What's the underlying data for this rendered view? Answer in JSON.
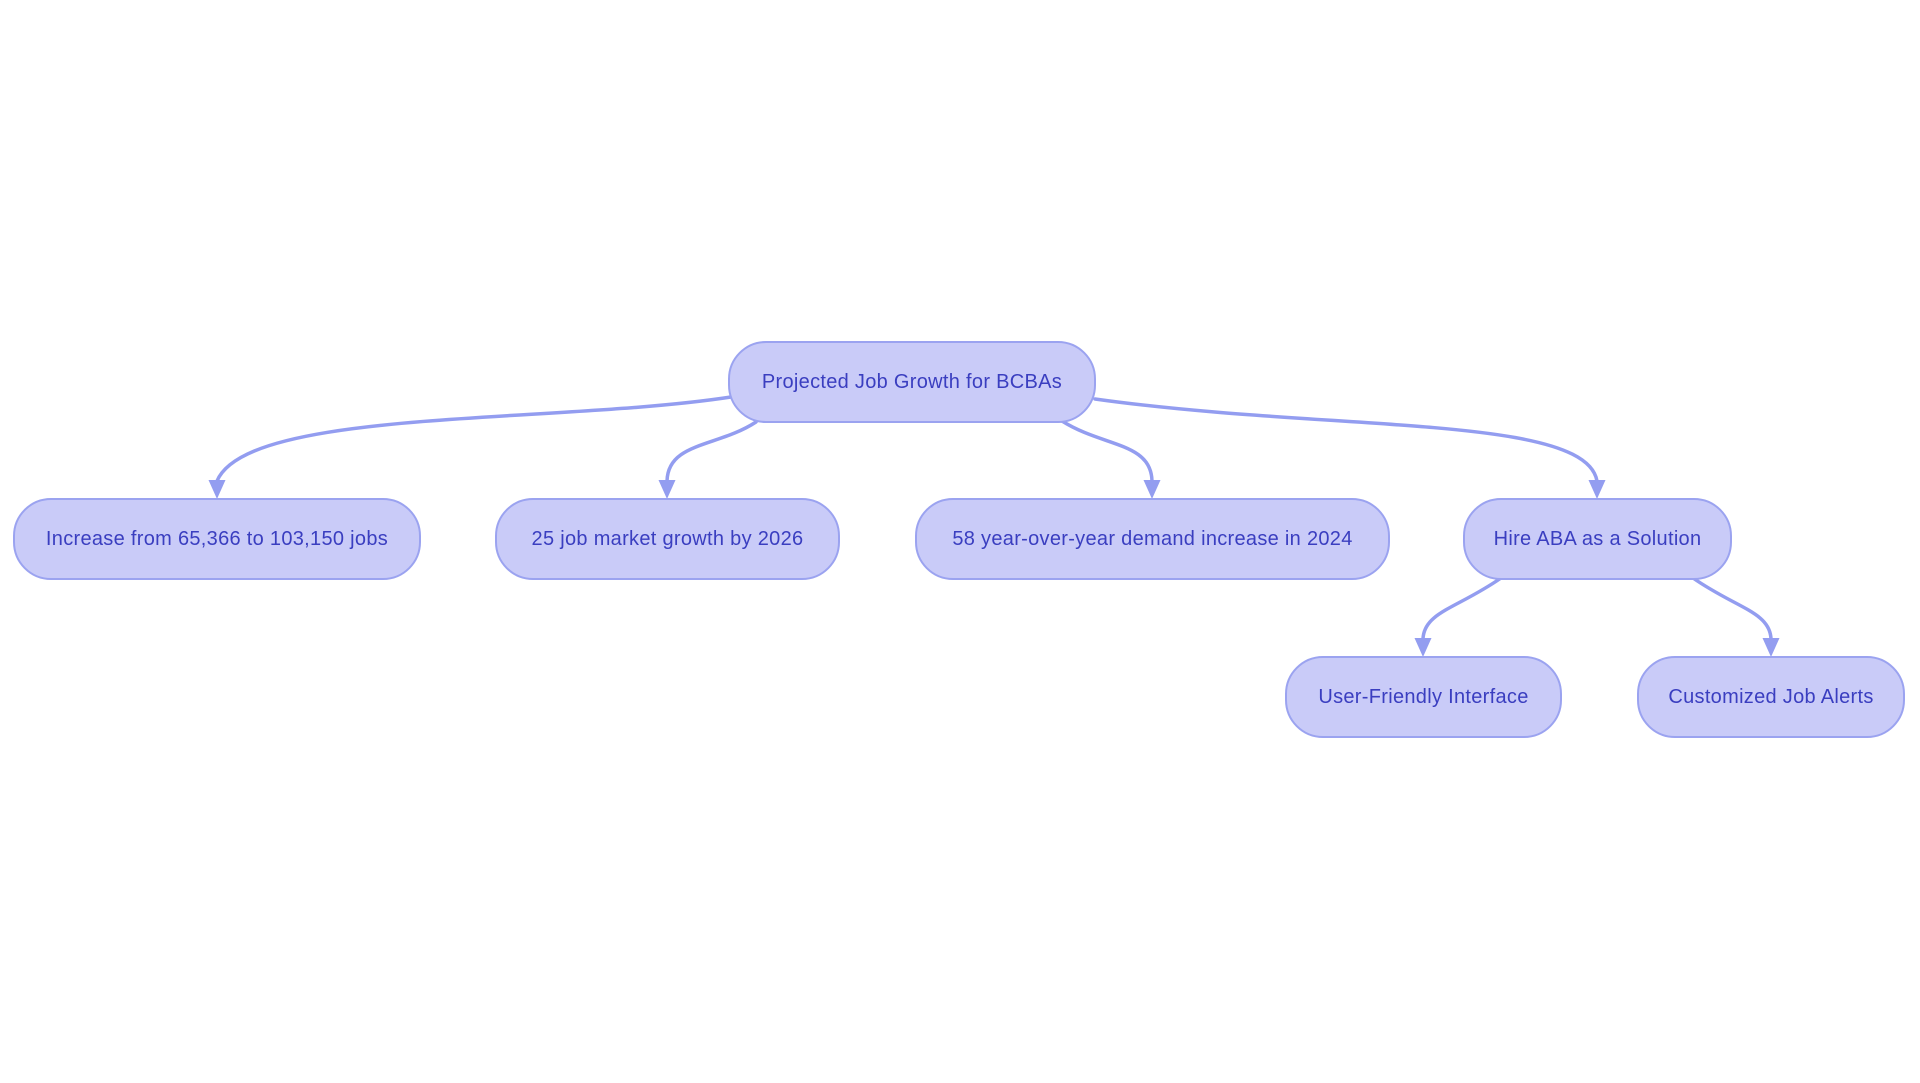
{
  "diagram": {
    "type": "flowchart",
    "root": {
      "label": "Projected Job Growth for BCBAs"
    },
    "level1": [
      {
        "id": "increase-jobs",
        "label": "Increase from 65,366 to 103,150 jobs"
      },
      {
        "id": "growth-2026",
        "label": "25 job market growth by 2026"
      },
      {
        "id": "demand-2024",
        "label": "58 year-over-year demand increase in 2024"
      },
      {
        "id": "hire-aba",
        "label": "Hire ABA as a Solution"
      }
    ],
    "level2": [
      {
        "id": "user-friendly-interface",
        "label": "User-Friendly Interface"
      },
      {
        "id": "customized-job-alerts",
        "label": "Customized Job Alerts"
      }
    ],
    "edges": [
      {
        "from": "root",
        "to": "increase-jobs"
      },
      {
        "from": "root",
        "to": "growth-2026"
      },
      {
        "from": "root",
        "to": "demand-2024"
      },
      {
        "from": "root",
        "to": "hire-aba"
      },
      {
        "from": "hire-aba",
        "to": "user-friendly-interface"
      },
      {
        "from": "hire-aba",
        "to": "customized-job-alerts"
      }
    ],
    "colors": {
      "background": "#ffffff",
      "node_fill": "#c9cbf8",
      "node_border": "#9ba3f0",
      "edge": "#939df0",
      "text": "#3a3ec0"
    }
  }
}
